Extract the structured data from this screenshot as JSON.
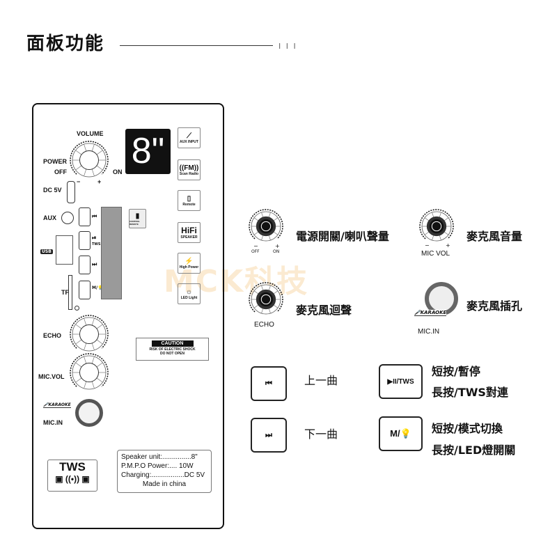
{
  "header": {
    "title": "面板功能",
    "ticks": "I I I"
  },
  "panel": {
    "volume_label": "VOLUME",
    "power_label": "POWER",
    "off_label": "OFF",
    "on_label": "ON",
    "minus": "−",
    "plus": "+",
    "display_value": "8\"",
    "icons": [
      {
        "name": "aux-input-icon",
        "label": "AUX INPUT",
        "glyph": "⟋"
      },
      {
        "name": "fm-radio-icon",
        "label": "Scan Radio",
        "glyph": "((FM))"
      },
      {
        "name": "remote-icon",
        "label": "Remote",
        "glyph": "▯"
      },
      {
        "name": "hifi-icon",
        "label": "SPEAKER",
        "glyph": "HiFi"
      },
      {
        "name": "battery-icon",
        "label": "High Power",
        "glyph": "⚡"
      },
      {
        "name": "led-light-icon",
        "label": "LED Light",
        "glyph": "☼"
      }
    ],
    "dc_label": "DC 5V",
    "aux_label": "AUX",
    "usb_label": "USB",
    "tf_label": "TF",
    "buttons": [
      "⏮",
      "⏯",
      "⏭",
      "M/💡"
    ],
    "tws_small": "TWS",
    "remote_label": "CONTROL REMOTE",
    "echo_label": "ECHO",
    "micvol_label": "MIC.VOL",
    "karaoke_label": "KARAOKE",
    "micin_label": "MIC.IN",
    "caution": {
      "title": "CAUTION",
      "line1": "RISK OF ELECTRIC SHOCK",
      "line2": "DO NOT OPEN"
    },
    "specs": [
      "Speaker unit:...............8\"",
      "P.M.P.O Power:.... 10W",
      "Charging:.................DC  5V"
    ],
    "made_in": "Made in china",
    "tws_badge": "TWS",
    "tws_wave": "((•))"
  },
  "legend": {
    "knob_power": {
      "label": "電源開關/喇叭聲量",
      "off": "OFF",
      "on": "ON",
      "minus": "−",
      "plus": "+"
    },
    "knob_mic": {
      "label": "麥克風音量",
      "caption": "MIC VOL",
      "minus": "−",
      "plus": "+"
    },
    "knob_echo": {
      "label": "麥克風迴聲",
      "caption": "ECHO"
    },
    "mic_jack": {
      "label": "麥克風插孔",
      "caption": "MIC.IN",
      "karaoke": "KARAOKE"
    },
    "prev": {
      "glyph": "⏮",
      "label": "上一曲"
    },
    "next": {
      "glyph": "⏭",
      "label": "下一曲"
    },
    "play": {
      "glyph": "▶II/TWS",
      "short": "短按/暫停",
      "long": "長按/TWS對連"
    },
    "mode": {
      "glyph": "M/💡",
      "short": "短按/模式切換",
      "long": "長按/LED燈開關"
    }
  },
  "watermark": "MCK科技"
}
